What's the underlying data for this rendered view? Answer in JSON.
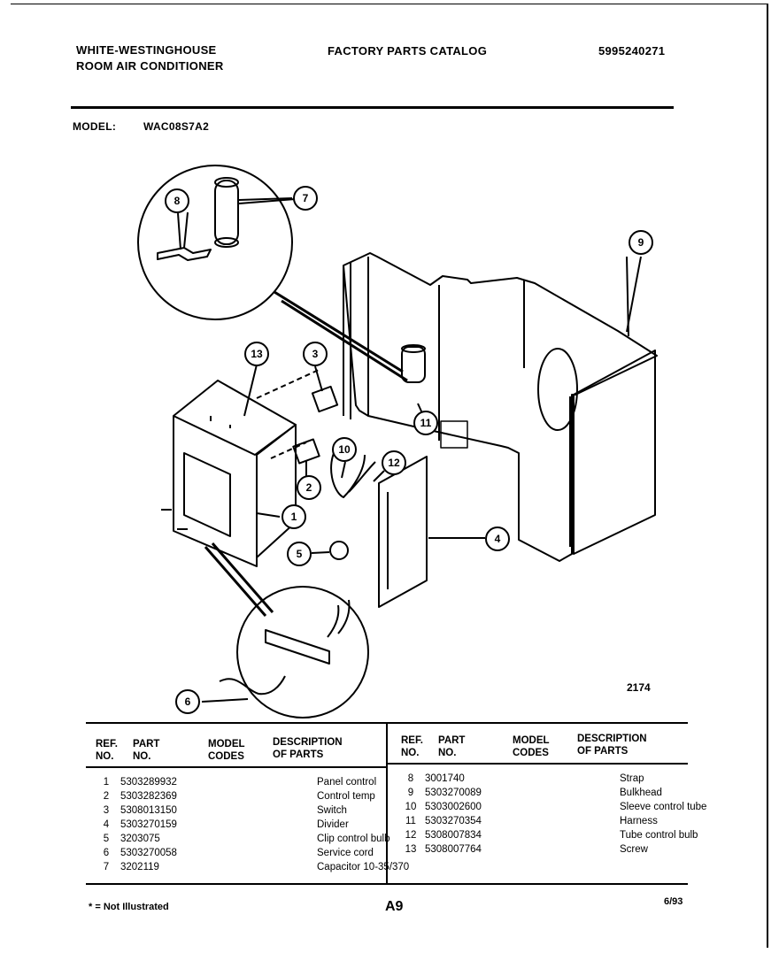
{
  "header": {
    "brand_line1": "WHITE-WESTINGHOUSE",
    "brand_line2": "ROOM AIR CONDITIONER",
    "catalog_title": "FACTORY PARTS CATALOG",
    "catalog_number": "5995240271",
    "model_label": "MODEL:",
    "model_value": "WAC08S7A2"
  },
  "diagram": {
    "callouts": [
      "1",
      "2",
      "3",
      "4",
      "5",
      "6",
      "7",
      "8",
      "9",
      "10",
      "11",
      "12",
      "13"
    ],
    "drawing_number": "2174"
  },
  "table": {
    "headers": {
      "ref": [
        "REF.",
        "NO."
      ],
      "part": [
        "PART",
        "NO."
      ],
      "model": [
        "MODEL",
        "CODES"
      ],
      "desc": [
        "DESCRIPTION",
        "OF PARTS"
      ]
    },
    "left_rows": [
      {
        "ref": "1",
        "part": "5303289932",
        "model": "",
        "desc": "Panel control"
      },
      {
        "ref": "2",
        "part": "5303282369",
        "model": "",
        "desc": "Control temp"
      },
      {
        "ref": "3",
        "part": "5308013150",
        "model": "",
        "desc": "Switch"
      },
      {
        "ref": "4",
        "part": "5303270159",
        "model": "",
        "desc": "Divider"
      },
      {
        "ref": "5",
        "part": "3203075",
        "model": "",
        "desc": "Clip control bulb"
      },
      {
        "ref": "6",
        "part": "5303270058",
        "model": "",
        "desc": "Service cord"
      },
      {
        "ref": "7",
        "part": "3202119",
        "model": "",
        "desc": "Capacitor 10-35/370"
      }
    ],
    "right_rows": [
      {
        "ref": "8",
        "part": "3001740",
        "model": "",
        "desc": "Strap"
      },
      {
        "ref": "9",
        "part": "5303270089",
        "model": "",
        "desc": "Bulkhead"
      },
      {
        "ref": "10",
        "part": "5303002600",
        "model": "",
        "desc": "Sleeve control tube"
      },
      {
        "ref": "11",
        "part": "5303270354",
        "model": "",
        "desc": "Harness"
      },
      {
        "ref": "12",
        "part": "5308007834",
        "model": "",
        "desc": "Tube control bulb"
      },
      {
        "ref": "13",
        "part": "5308007764",
        "model": "",
        "desc": "Screw"
      }
    ]
  },
  "footer": {
    "note": "* = Not Illustrated",
    "page": "A9",
    "date": "6/93"
  }
}
